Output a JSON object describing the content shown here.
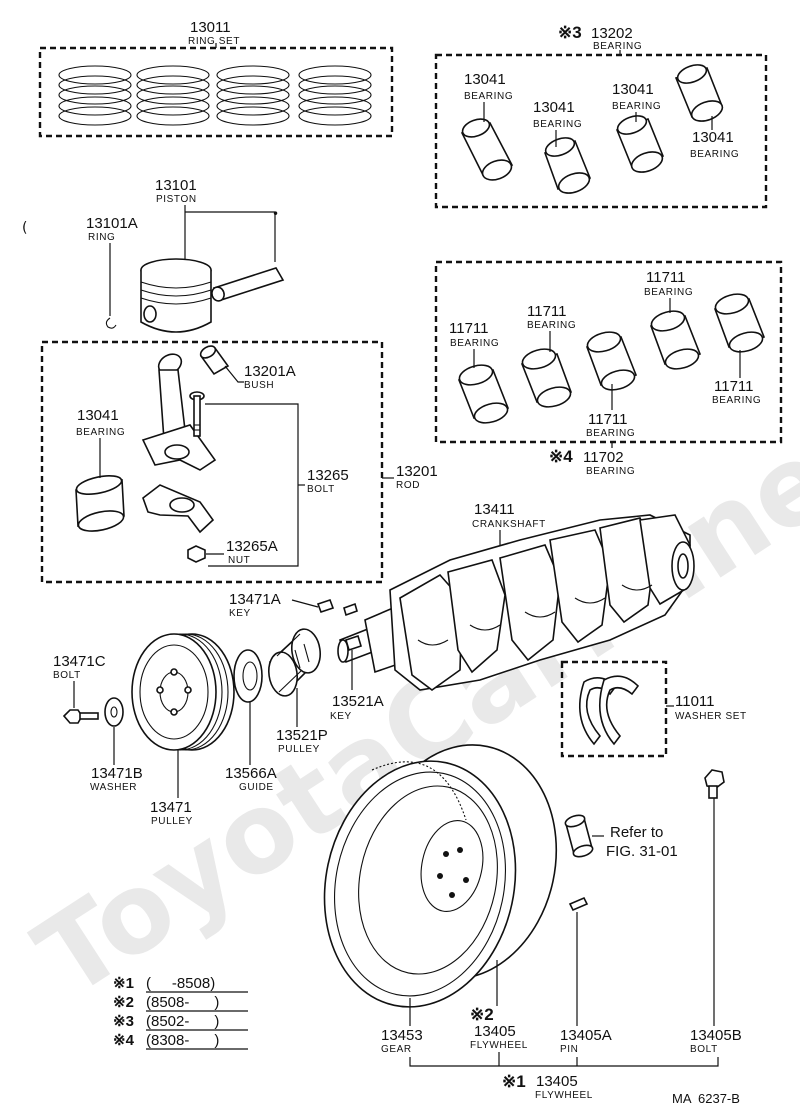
{
  "watermark": "ToyotaCarMine.ru",
  "parts": {
    "ring_set": {
      "number": "13011",
      "name": "RING SET"
    },
    "bearing_set_3": {
      "mark": "※3",
      "number": "13202",
      "name": "BEARING"
    },
    "bearing_13041_a": {
      "number": "13041",
      "name": "BEARING"
    },
    "bearing_13041_b": {
      "number": "13041",
      "name": "BEARING"
    },
    "bearing_13041_c": {
      "number": "13041",
      "name": "BEARING"
    },
    "bearing_13041_d": {
      "number": "13041",
      "name": "BEARING"
    },
    "piston": {
      "number": "13101",
      "name": "PISTON"
    },
    "ring": {
      "number": "13101A",
      "name": "RING"
    },
    "bush": {
      "number": "13201A",
      "name": "BUSH"
    },
    "rod_bearing": {
      "number": "13041",
      "name": "BEARING"
    },
    "rod_bolt": {
      "number": "13265",
      "name": "BOLT"
    },
    "rod": {
      "number": "13201",
      "name": "ROD"
    },
    "rod_nut": {
      "number": "13265A",
      "name": "NUT"
    },
    "main_bearing_a": {
      "number": "11711",
      "name": "BEARING"
    },
    "main_bearing_b": {
      "number": "11711",
      "name": "BEARING"
    },
    "main_bearing_c": {
      "number": "11711",
      "name": "BEARING"
    },
    "main_bearing_d": {
      "number": "11711",
      "name": "BEARING"
    },
    "main_bearing_e": {
      "number": "11711",
      "name": "BEARING"
    },
    "main_bearing_set_4": {
      "mark": "※4",
      "number": "11702",
      "name": "BEARING"
    },
    "crankshaft": {
      "number": "13411",
      "name": "CRANKSHAFT"
    },
    "key_a": {
      "number": "13471A",
      "name": "KEY"
    },
    "pulley_bolt": {
      "number": "13471C",
      "name": "BOLT"
    },
    "key_b": {
      "number": "13521A",
      "name": "KEY"
    },
    "washer_set": {
      "number": "11011",
      "name": "WASHER SET"
    },
    "washer": {
      "number": "13471B",
      "name": "WASHER"
    },
    "guide": {
      "number": "13566A",
      "name": "GUIDE"
    },
    "small_pulley": {
      "number": "13521P",
      "name": "PULLEY"
    },
    "pulley": {
      "number": "13471",
      "name": "PULLEY"
    },
    "gear": {
      "number": "13453",
      "name": "GEAR"
    },
    "flywheel_2": {
      "mark": "※2",
      "number": "13405",
      "name": "FLYWHEEL"
    },
    "pin": {
      "number": "13405A",
      "name": "PIN"
    },
    "flywheel_bolt": {
      "number": "13405B",
      "name": "BOLT"
    },
    "flywheel_1": {
      "mark": "※1",
      "number": "13405",
      "name": "FLYWHEEL"
    }
  },
  "refer": {
    "line1": "Refer to",
    "line2": "FIG. 31-01"
  },
  "legend": [
    {
      "mark": "※1",
      "text": "(     -8508)"
    },
    {
      "mark": "※2",
      "text": "(8508-      )"
    },
    {
      "mark": "※3",
      "text": "(8502-      )"
    },
    {
      "mark": "※4",
      "text": "(8308-      )"
    }
  ],
  "figure_code": "MA  6237-B"
}
